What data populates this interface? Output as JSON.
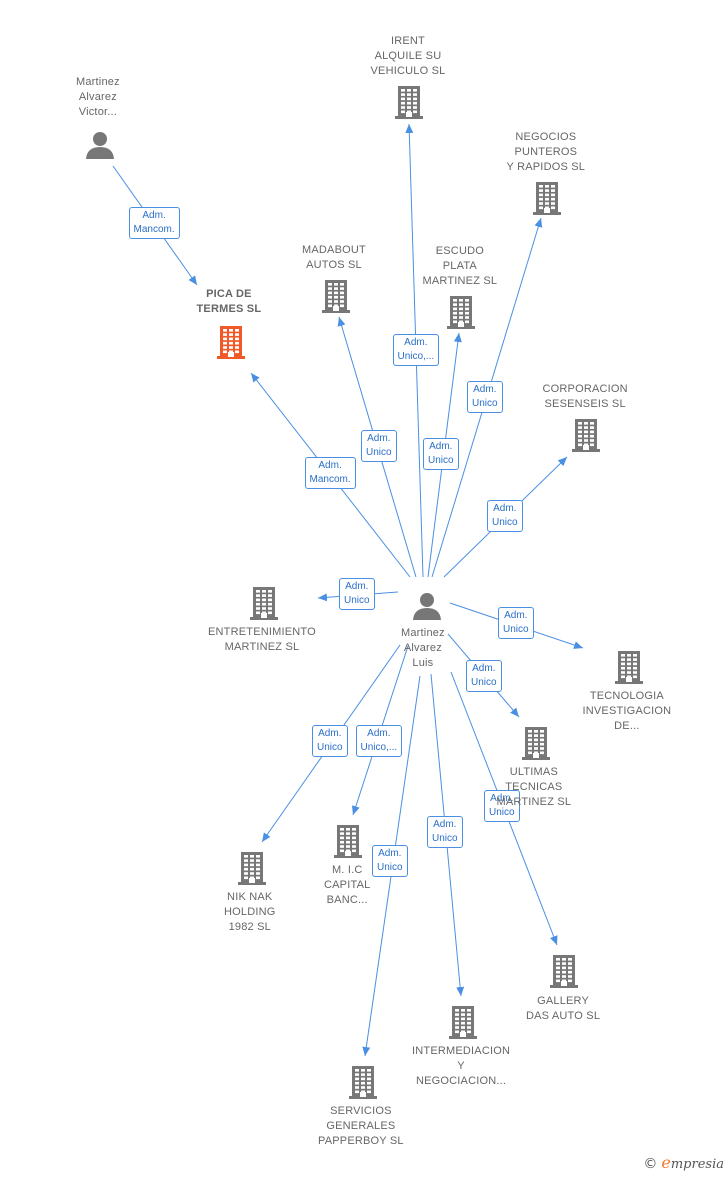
{
  "colors": {
    "edge": "#4a90e2",
    "building": "#777777",
    "focus_building": "#f05a28",
    "person": "#777777"
  },
  "nodes": [
    {
      "id": "martinez-victor",
      "kind": "person",
      "label": [
        "Martinez",
        "Alvarez",
        "Victor..."
      ]
    },
    {
      "id": "pica-de-termes",
      "kind": "building",
      "focus": true,
      "label": [
        "PICA DE",
        "TERMES  SL"
      ]
    },
    {
      "id": "irent",
      "kind": "building",
      "label": [
        "IRENT",
        "ALQUILE SU",
        "VEHICULO  SL"
      ]
    },
    {
      "id": "negocios-punteros",
      "kind": "building",
      "label": [
        "NEGOCIOS",
        "PUNTEROS",
        "Y RAPIDOS  SL"
      ]
    },
    {
      "id": "madabout",
      "kind": "building",
      "label": [
        "MADABOUT",
        "AUTOS SL"
      ]
    },
    {
      "id": "escudo-plata",
      "kind": "building",
      "label": [
        "ESCUDO",
        "PLATA",
        "MARTINEZ SL"
      ]
    },
    {
      "id": "corporacion-sesenseis",
      "kind": "building",
      "label": [
        "CORPORACION",
        "SESENSEIS  SL"
      ]
    },
    {
      "id": "martinez-luis",
      "kind": "person",
      "label": [
        "Martinez",
        "Alvarez",
        "Luis"
      ]
    },
    {
      "id": "entretenimiento",
      "kind": "building",
      "label": [
        "ENTRETENIMIENTO",
        "MARTINEZ SL"
      ]
    },
    {
      "id": "tecnologia",
      "kind": "building",
      "label": [
        "TECNOLOGIA",
        "INVESTIGACION",
        "DE..."
      ]
    },
    {
      "id": "ultimas-tecnicas",
      "kind": "building",
      "label": [
        "ULTIMAS",
        "TECNICAS",
        "MARTINEZ SL"
      ]
    },
    {
      "id": "nik-nak",
      "kind": "building",
      "label": [
        "NIK NAK",
        "HOLDING",
        "1982  SL"
      ]
    },
    {
      "id": "mic-capital",
      "kind": "building",
      "label": [
        "M. I.C",
        "CAPITAL",
        "BANC..."
      ]
    },
    {
      "id": "gallery",
      "kind": "building",
      "label": [
        "GALLERY",
        "DAS AUTO  SL"
      ]
    },
    {
      "id": "intermediacion",
      "kind": "building",
      "label": [
        "INTERMEDIACION",
        "Y",
        "NEGOCIACION..."
      ]
    },
    {
      "id": "servicios",
      "kind": "building",
      "label": [
        "SERVICIOS",
        "GENERALES",
        "PAPPERBOY SL"
      ]
    }
  ],
  "edges": [
    {
      "from": "martinez-victor",
      "to": "pica-de-termes",
      "label": [
        "Adm.",
        "Mancom."
      ]
    },
    {
      "from": "martinez-luis",
      "to": "pica-de-termes",
      "label": [
        "Adm.",
        "Mancom."
      ]
    },
    {
      "from": "martinez-luis",
      "to": "irent",
      "label": [
        "Adm.",
        "Unico,..."
      ]
    },
    {
      "from": "martinez-luis",
      "to": "negocios-punteros",
      "label": [
        "Adm.",
        "Unico"
      ]
    },
    {
      "from": "martinez-luis",
      "to": "madabout",
      "label": [
        "Adm.",
        "Unico"
      ]
    },
    {
      "from": "martinez-luis",
      "to": "escudo-plata",
      "label": [
        "Adm.",
        "Unico"
      ]
    },
    {
      "from": "martinez-luis",
      "to": "corporacion-sesenseis",
      "label": [
        "Adm.",
        "Unico"
      ]
    },
    {
      "from": "martinez-luis",
      "to": "entretenimiento",
      "label": [
        "Adm.",
        "Unico"
      ]
    },
    {
      "from": "martinez-luis",
      "to": "tecnologia",
      "label": [
        "Adm.",
        "Unico"
      ]
    },
    {
      "from": "martinez-luis",
      "to": "ultimas-tecnicas",
      "label": [
        "Adm.",
        "Unico"
      ]
    },
    {
      "from": "martinez-luis",
      "to": "nik-nak",
      "label": [
        "Adm.",
        "Unico"
      ]
    },
    {
      "from": "martinez-luis",
      "to": "mic-capital",
      "label": [
        "Adm.",
        "Unico,..."
      ]
    },
    {
      "from": "martinez-luis",
      "to": "gallery",
      "label": [
        "Adm.",
        "Unico"
      ]
    },
    {
      "from": "martinez-luis",
      "to": "intermediacion",
      "label": [
        "Adm.",
        "Unico"
      ]
    },
    {
      "from": "martinez-luis",
      "to": "servicios",
      "label": [
        "Adm.",
        "Unico"
      ]
    }
  ],
  "credit": {
    "symbol": "©",
    "brand_initial": "e",
    "brand_rest": "mpresia"
  }
}
